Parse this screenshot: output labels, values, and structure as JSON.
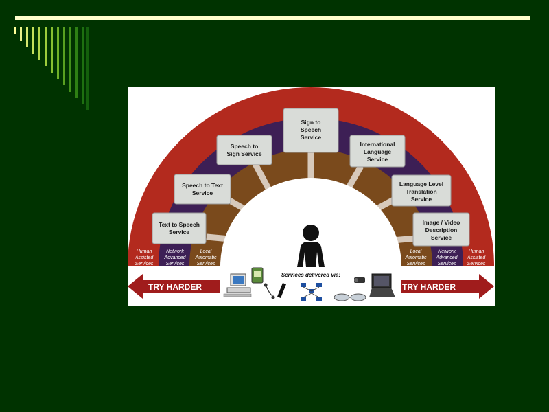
{
  "colors": {
    "background": "#003300",
    "rule": "#ffffcc",
    "outer_band": "#b32a1e",
    "middle_band": "#3d1f55",
    "inner_band": "#7a4a1c",
    "box_fill": "#d9dcd8"
  },
  "diagram": {
    "services": [
      {
        "lines": [
          "Text to Speech",
          "Service"
        ]
      },
      {
        "lines": [
          "Speech to Text",
          "Service"
        ]
      },
      {
        "lines": [
          "Speech to",
          "Sign Service"
        ]
      },
      {
        "lines": [
          "Sign to",
          "Speech",
          "Service"
        ]
      },
      {
        "lines": [
          "International",
          "Language",
          "Service"
        ]
      },
      {
        "lines": [
          "Language Level",
          "Translation",
          "Service"
        ]
      },
      {
        "lines": [
          "Image / Video",
          "Description",
          "Service"
        ]
      }
    ],
    "left_bands": [
      {
        "lines": [
          "Human",
          "Assisted",
          "Services"
        ]
      },
      {
        "lines": [
          "Network",
          "Advanced",
          "Services"
        ]
      },
      {
        "lines": [
          "Local",
          "Automatic",
          "Services"
        ]
      }
    ],
    "right_bands": [
      {
        "lines": [
          "Local",
          "Automatic",
          "Services"
        ]
      },
      {
        "lines": [
          "Network",
          "Advanced",
          "Services"
        ]
      },
      {
        "lines": [
          "Human",
          "Assisted",
          "Services"
        ]
      }
    ],
    "left_arrow": "TRY HARDER",
    "right_arrow": "TRY HARDER",
    "delivered_via": "Services delivered via:",
    "devices": [
      "desktop-computer-icon",
      "pda-icon",
      "headset-icon",
      "mobile-phone-icon",
      "network-icon",
      "eyeglasses-icon",
      "camera-icon",
      "laptop-icon"
    ]
  }
}
